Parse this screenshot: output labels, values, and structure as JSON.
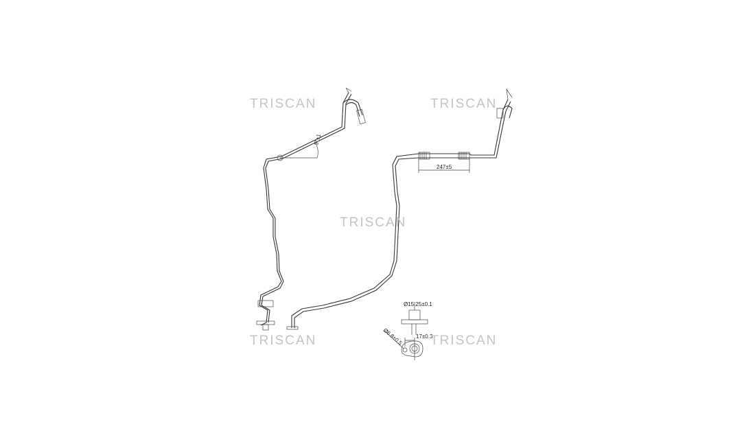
{
  "watermark": "TRISCAN",
  "dimensions": {
    "hose_length": "247±5",
    "angle": "5°±1",
    "port_diameter": "Ø15.25±0.1",
    "hole_diameter": "Ø6.8±0.5",
    "flange_offset": "17±0.3"
  }
}
